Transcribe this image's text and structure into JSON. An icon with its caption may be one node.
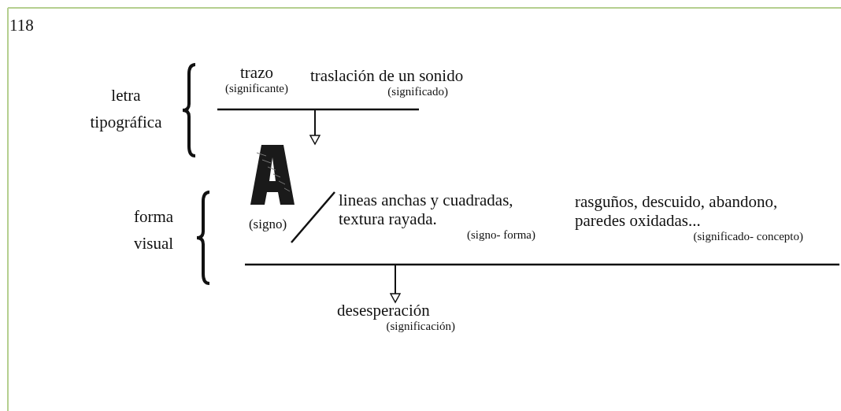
{
  "diagram": {
    "nodes": [
      {
        "text": [
          "trazo",
          "(significante)"
        ]
      },
      {
        "text": [
          "traslación de un sonido",
          "(significado)"
        ]
      },
      {
        "text": [],
        "shape": "bar"
      },
      {
        "text": [],
        "shape": "picture"
      },
      {
        "text": [
          "lineas anchas y cuadradas, textura rayada.",
          "(signo- forma)"
        ]
      },
      {
        "text": [
          "rasguños, descuido, abandono, paredes oxidadas...",
          "(significado- concepto)"
        ]
      },
      {
        "text": [],
        "shape": "bar"
      },
      {
        "text": [
          "desesperación",
          "(significación)"
        ]
      }
    ],
    "edges": [
      {
        "from": 2,
        "to": 3,
        "arrow": "to"
      },
      {
        "from": 6,
        "to": 7,
        "arrow": "to"
      }
    ],
    "labels": [
      "118",
      "letra tipográfica",
      "forma visual",
      "(signo)"
    ]
  }
}
